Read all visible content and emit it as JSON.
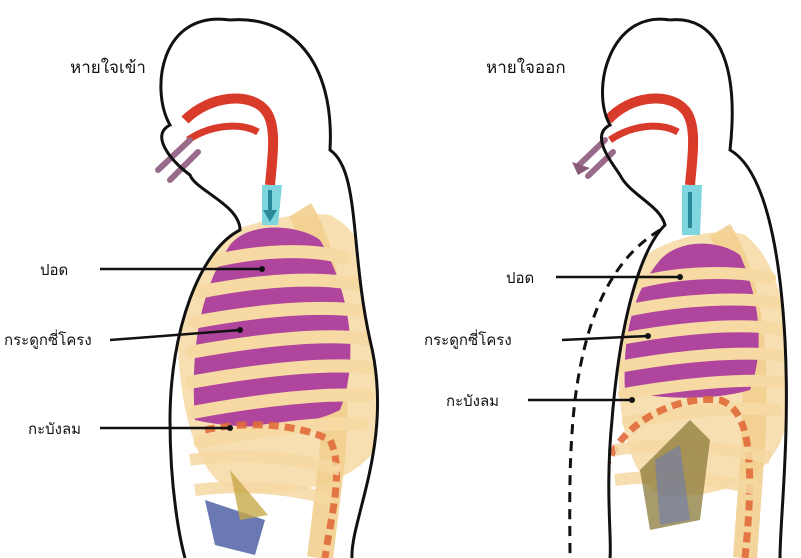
{
  "panels": [
    {
      "id": "inhale",
      "title": "หายใจเข้า",
      "labels": {
        "lung": "ปอด",
        "ribs": "กระดูกซี่โครง",
        "diaphragm": "กะบังลม"
      }
    },
    {
      "id": "exhale",
      "title": "หายใจออก",
      "labels": {
        "lung": "ปอด",
        "ribs": "กระดูกซี่โครง",
        "diaphragm": "กะบังลม"
      }
    }
  ],
  "colors": {
    "outline": "#111111",
    "lung": "#b0459e",
    "rib": "#f6d9a3",
    "airway": "#d93b2b",
    "trachea": "#7fd6df",
    "diaphragm": "#e06a3a",
    "arrow_inhale": "#8a5a7a",
    "arrow_up": "#8a7a3a"
  }
}
